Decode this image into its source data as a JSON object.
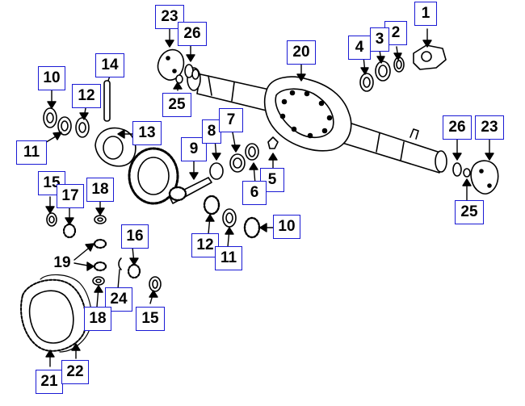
{
  "callouts": [
    {
      "label": "1"
    },
    {
      "label": "2"
    },
    {
      "label": "3"
    },
    {
      "label": "4"
    },
    {
      "label": "20"
    },
    {
      "label": "23"
    },
    {
      "label": "26"
    },
    {
      "label": "25"
    },
    {
      "label": "10"
    },
    {
      "label": "14"
    },
    {
      "label": "12"
    },
    {
      "label": "13"
    },
    {
      "label": "11"
    },
    {
      "label": "9"
    },
    {
      "label": "8"
    },
    {
      "label": "7"
    },
    {
      "label": "5"
    },
    {
      "label": "6"
    },
    {
      "label": "26"
    },
    {
      "label": "23"
    },
    {
      "label": "25"
    },
    {
      "label": "15"
    },
    {
      "label": "17"
    },
    {
      "label": "18"
    },
    {
      "label": "12"
    },
    {
      "label": "11"
    },
    {
      "label": "10"
    },
    {
      "label": "16"
    },
    {
      "label": "19"
    },
    {
      "label": "24"
    },
    {
      "label": "18"
    },
    {
      "label": "15"
    },
    {
      "label": "21"
    },
    {
      "label": "22"
    }
  ],
  "colors": {
    "callout_border": "#1a1ad4",
    "ink": "#000000",
    "background": "#ffffff"
  }
}
